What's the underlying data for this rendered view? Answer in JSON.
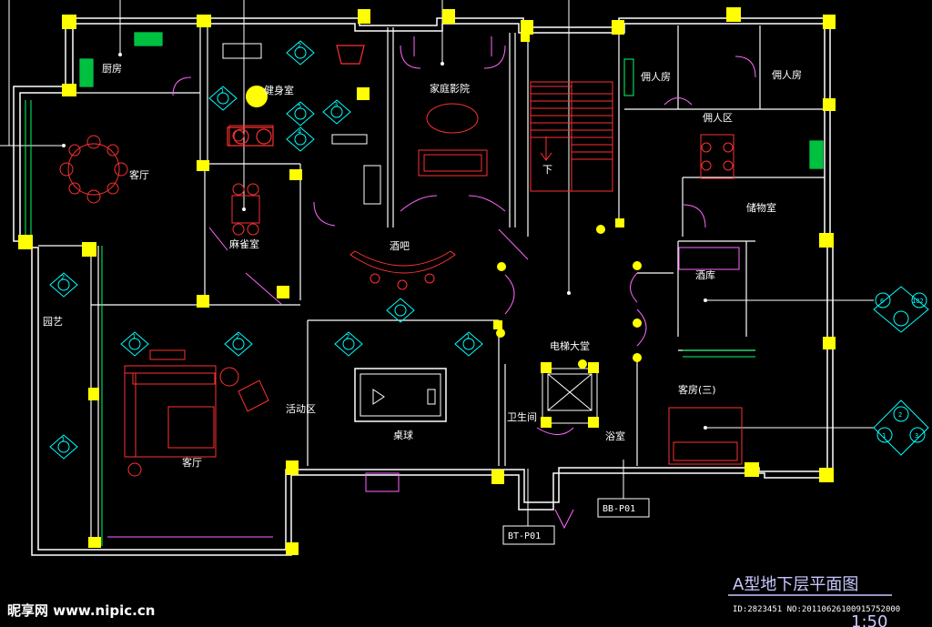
{
  "rooms": {
    "kitchen": "厨房",
    "gym": "健身室",
    "home_theater": "家庭影院",
    "living_top": "客厅",
    "mahjong": "麻雀室",
    "bar": "酒吧",
    "garden": "园艺",
    "activity": "活动区",
    "living_bottom": "客厅",
    "billiards": "桌球",
    "down": "下",
    "servant_room_1": "佣人房",
    "servant_room_2": "佣人房",
    "servant_area": "佣人区",
    "storage": "储物室",
    "wine_cellar": "酒库",
    "elevator_hall": "电梯大堂",
    "guest_room_3": "客房(三)",
    "restroom": "卫生间",
    "bathroom": "浴室"
  },
  "tags": {
    "bt_p01": "BT-P01",
    "bb_p01": "BB-P01"
  },
  "title": {
    "main": "A型地下层平面图",
    "scale": "1:50"
  },
  "watermark": {
    "site": "昵享网 www.nipic.cn",
    "id_line": "ID:2823451 NO:20110626100915752000"
  },
  "markers": {
    "n1": "1",
    "n2": "2",
    "n3": "3",
    "n4": "4",
    "n5": "5",
    "n6": "6",
    "n182": "182"
  },
  "colors": {
    "background": "#000000",
    "wall": "#ffffff",
    "column": "#ffff00",
    "furniture": "#ff3030",
    "marker": "#00ffff",
    "door": "#ff66ff",
    "glass": "#00ff66"
  }
}
